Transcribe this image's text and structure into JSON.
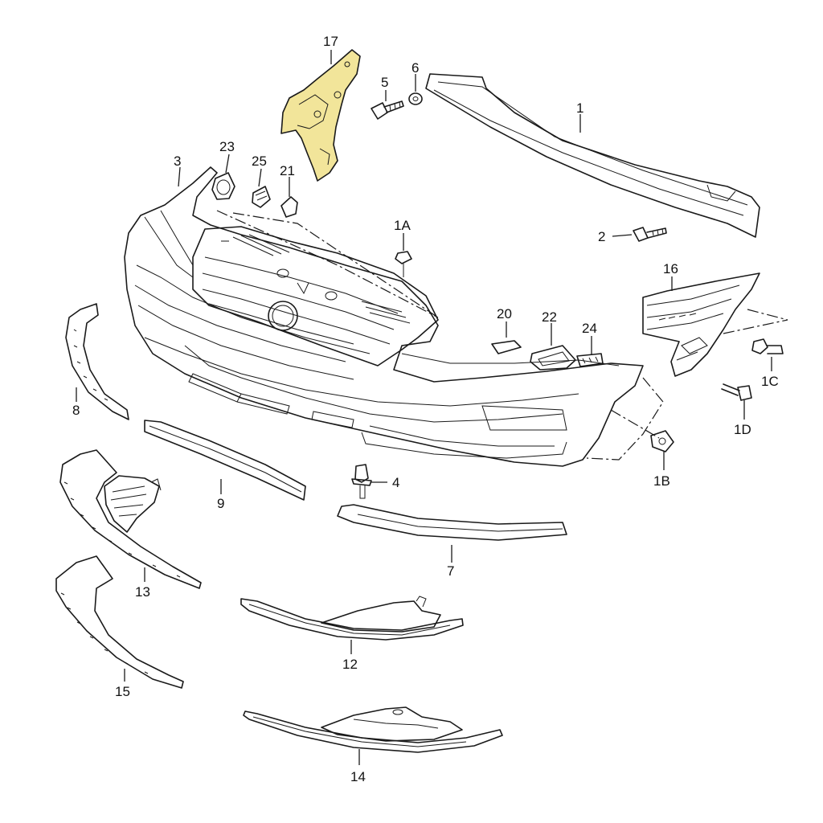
{
  "diagram": {
    "highlight_color": "#f2e59a",
    "line_color": "#1a1a1a",
    "highlighted_part": "17",
    "callouts": [
      {
        "id": "c17",
        "label": "17"
      },
      {
        "id": "c5",
        "label": "5"
      },
      {
        "id": "c6",
        "label": "6"
      },
      {
        "id": "c1",
        "label": "1"
      },
      {
        "id": "c23",
        "label": "23"
      },
      {
        "id": "c3",
        "label": "3"
      },
      {
        "id": "c25",
        "label": "25"
      },
      {
        "id": "c21",
        "label": "21"
      },
      {
        "id": "c1A",
        "label": "1A"
      },
      {
        "id": "c2",
        "label": "2"
      },
      {
        "id": "c16",
        "label": "16"
      },
      {
        "id": "c20",
        "label": "20"
      },
      {
        "id": "c22",
        "label": "22"
      },
      {
        "id": "c24",
        "label": "24"
      },
      {
        "id": "c1C",
        "label": "1C"
      },
      {
        "id": "c1D",
        "label": "1D"
      },
      {
        "id": "c8",
        "label": "8"
      },
      {
        "id": "c1B",
        "label": "1B"
      },
      {
        "id": "c4",
        "label": "4"
      },
      {
        "id": "c9",
        "label": "9"
      },
      {
        "id": "c7",
        "label": "7"
      },
      {
        "id": "c13",
        "label": "13"
      },
      {
        "id": "c12",
        "label": "12"
      },
      {
        "id": "c15",
        "label": "15"
      },
      {
        "id": "c14",
        "label": "14"
      }
    ]
  }
}
